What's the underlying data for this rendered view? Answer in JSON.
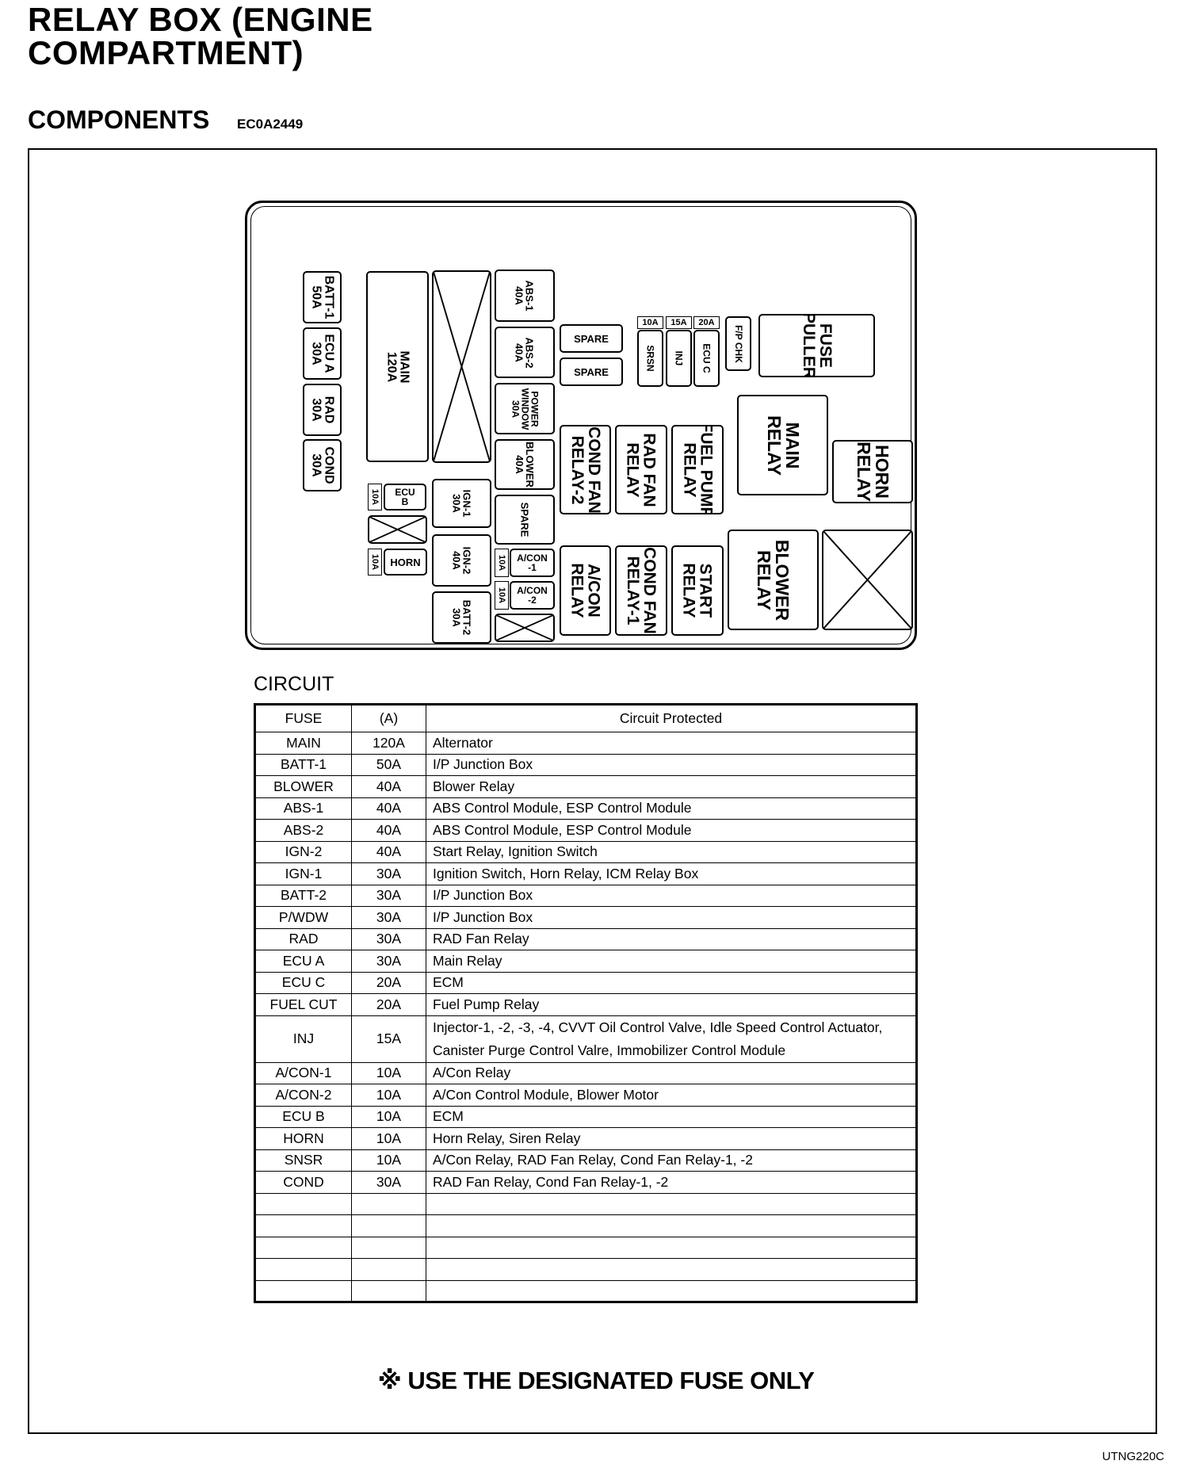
{
  "title_line1": "RELAY BOX (ENGINE",
  "title_line2": "COMPARTMENT)",
  "subtitle": "COMPONENTS",
  "doc_code": "EC0A2449",
  "diagram": {
    "batt1": "BATT-1\n50A",
    "ecua": "ECU A\n30A",
    "rad": "RAD\n30A",
    "cond": "COND\n30A",
    "main": "MAIN\n120A",
    "abs1": "ABS-1\n40A",
    "abs2": "ABS-2\n40A",
    "pwr": "POWER\nWINDOW\n30A",
    "blower": "BLOWER\n40A",
    "spare1": "SPARE",
    "spare2": "SPARE",
    "spare3": "SPARE",
    "ecub": "ECU\nB",
    "ecub_amp": "10A",
    "horn": "HORN",
    "horn_amp": "10A",
    "ign1": "IGN-1\n30A",
    "ign2": "IGN-2\n40A",
    "batt2": "BATT-2\n30A",
    "acon1": "A/CON\n-1",
    "acon1_amp": "10A",
    "acon2": "A/CON\n-2",
    "acon2_amp": "10A",
    "amp_srsn": "10A",
    "amp_inj": "15A",
    "amp_ecuc": "20A",
    "srsn": "SRSN",
    "inj": "INJ",
    "ecuc": "ECU C",
    "fpchk": "F/P CHK",
    "fuse_puller": "FUSE\nPULLER",
    "main_relay": "MAIN\nRELAY",
    "horn_relay": "HORN\nRELAY",
    "cond_fan_relay2": "COND FAN\nRELAY-2",
    "rad_fan_relay": "RAD FAN\nRELAY",
    "fuel_pump_relay": "FUEL PUMP\nRELAY",
    "acon_relay": "A/CON\nRELAY",
    "cond_fan_relay1": "COND FAN\nRELAY-1",
    "start_relay": "START\nRELAY",
    "blower_relay": "BLOWER\nRELAY"
  },
  "circuit_title": "CIRCUIT",
  "table_headers": [
    "FUSE",
    "(A)",
    "Circuit Protected"
  ],
  "table_rows": [
    [
      "MAIN",
      "120A",
      "Alternator"
    ],
    [
      "BATT-1",
      "50A",
      "I/P Junction Box"
    ],
    [
      "BLOWER",
      "40A",
      "Blower Relay"
    ],
    [
      "ABS-1",
      "40A",
      "ABS Control Module, ESP Control Module"
    ],
    [
      "ABS-2",
      "40A",
      "ABS Control Module, ESP Control Module"
    ],
    [
      "IGN-2",
      "40A",
      "Start Relay, Ignition Switch"
    ],
    [
      "IGN-1",
      "30A",
      "Ignition Switch, Horn Relay, ICM Relay Box"
    ],
    [
      "BATT-2",
      "30A",
      "I/P Junction Box"
    ],
    [
      "P/WDW",
      "30A",
      "I/P Junction Box"
    ],
    [
      "RAD",
      "30A",
      "RAD Fan Relay"
    ],
    [
      "ECU A",
      "30A",
      "Main Relay"
    ],
    [
      "ECU C",
      "20A",
      "ECM"
    ],
    [
      "FUEL CUT",
      "20A",
      "Fuel Pump Relay"
    ],
    [
      "INJ",
      "15A",
      "Injector-1, -2, -3, -4, CVVT Oil Control Valve, Idle Speed Control Actuator,\nCanister Purge Control Valre, Immobilizer Control Module"
    ],
    [
      "A/CON-1",
      "10A",
      "A/Con Relay"
    ],
    [
      "A/CON-2",
      "10A",
      "A/Con Control Module, Blower Motor"
    ],
    [
      "ECU B",
      "10A",
      "ECM"
    ],
    [
      "HORN",
      "10A",
      "Horn Relay, Siren Relay"
    ],
    [
      "SNSR",
      "10A",
      "A/Con Relay, RAD Fan Relay, Cond Fan Relay-1, -2"
    ],
    [
      "COND",
      "30A",
      "RAD Fan Relay, Cond Fan Relay-1, -2"
    ],
    [
      "",
      "",
      ""
    ],
    [
      "",
      "",
      ""
    ],
    [
      "",
      "",
      ""
    ],
    [
      "",
      "",
      ""
    ],
    [
      "",
      "",
      ""
    ]
  ],
  "notice": "※ USE THE DESIGNATED FUSE ONLY",
  "footer_code": "UTNG220C"
}
